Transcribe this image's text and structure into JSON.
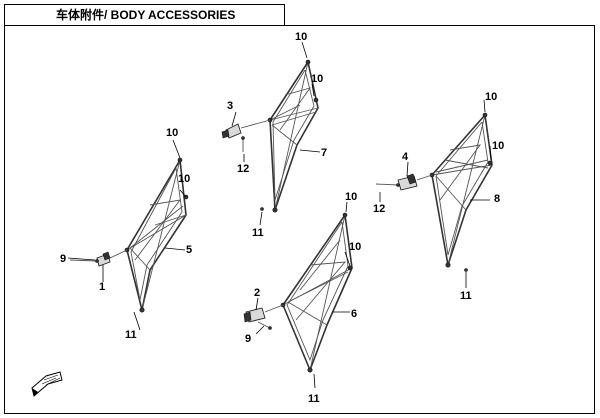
{
  "title": "车体附件/ BODY ACCESSORIES",
  "callouts": {
    "a1": "10",
    "a2": "10",
    "a3": "5",
    "a4": "9",
    "a5": "1",
    "a6": "11",
    "b1": "10",
    "b2": "10",
    "b3": "3",
    "b4": "12",
    "b5": "7",
    "b6": "11",
    "c1": "10",
    "c2": "10",
    "c3": "2",
    "c4": "9",
    "c5": "6",
    "c6": "11",
    "d1": "10",
    "d2": "10",
    "d3": "4",
    "d4": "12",
    "d5": "8",
    "d6": "11"
  }
}
